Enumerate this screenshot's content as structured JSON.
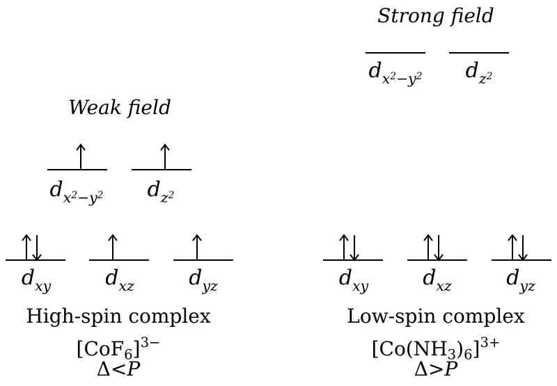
{
  "weak": {
    "title": "Weak field",
    "eg_1": {
      "d": "d",
      "sub": "x",
      "sup1": "2",
      "minus": "−y",
      "sup2": "2"
    },
    "eg_2": {
      "d": "d",
      "sub": "z",
      "sup": "2"
    },
    "t2g_1": {
      "d": "d",
      "sub": "xy"
    },
    "t2g_2": {
      "d": "d",
      "sub": "xz"
    },
    "t2g_3": {
      "d": "d",
      "sub": "yz"
    },
    "spin_label": "High-spin complex",
    "complex": {
      "open": "[CoF",
      "sub": "6",
      "close": "]",
      "charge": "3−"
    },
    "relation": {
      "delta": "Δ",
      "op": "<",
      "p": "P"
    }
  },
  "strong": {
    "title": "Strong field",
    "eg_1": {
      "d": "d",
      "sub": "x",
      "sup1": "2",
      "minus": "−y",
      "sup2": "2"
    },
    "eg_2": {
      "d": "d",
      "sub": "z",
      "sup": "2"
    },
    "t2g_1": {
      "d": "d",
      "sub": "xy"
    },
    "t2g_2": {
      "d": "d",
      "sub": "xz"
    },
    "t2g_3": {
      "d": "d",
      "sub": "yz"
    },
    "spin_label": "Low-spin complex",
    "complex": {
      "open": "[Co(NH",
      "sub1": "3",
      "mid": ")",
      "sub2": "6",
      "close": "]",
      "charge": "3+"
    },
    "relation": {
      "delta": "Δ",
      "op": ">",
      "p": "P"
    }
  },
  "electrons": {
    "weak": [
      "↑",
      "↑",
      "↑↓",
      "↑",
      "↑"
    ],
    "strong": [
      "",
      "",
      "↑↓",
      "↑↓",
      "↑↓"
    ]
  }
}
